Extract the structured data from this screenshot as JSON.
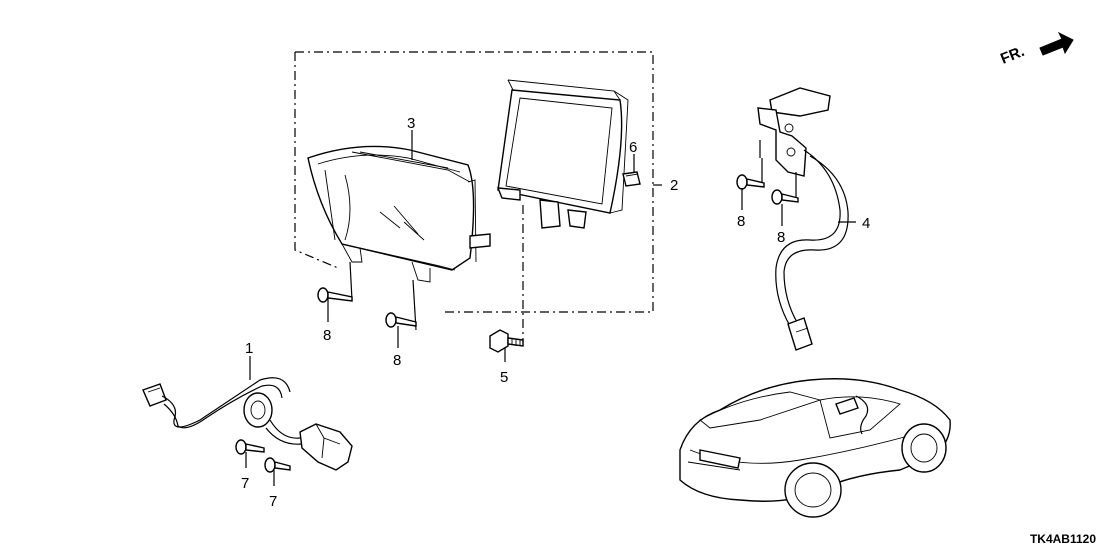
{
  "direction": {
    "label": "FR."
  },
  "diagram_code": "TK4AB1120",
  "callouts": [
    {
      "id": "c1",
      "number": "1"
    },
    {
      "id": "c2",
      "number": "2"
    },
    {
      "id": "c3",
      "number": "3"
    },
    {
      "id": "c4",
      "number": "4"
    },
    {
      "id": "c5",
      "number": "5"
    },
    {
      "id": "c6",
      "number": "6"
    },
    {
      "id": "c7a",
      "number": "7"
    },
    {
      "id": "c7b",
      "number": "7"
    },
    {
      "id": "c8a",
      "number": "8"
    },
    {
      "id": "c8b",
      "number": "8"
    },
    {
      "id": "c8c",
      "number": "8"
    },
    {
      "id": "c8d",
      "number": "8"
    }
  ],
  "icons": [
    "direction-arrow-icon",
    "screw-icon",
    "bolt-icon",
    "clip-icon"
  ]
}
